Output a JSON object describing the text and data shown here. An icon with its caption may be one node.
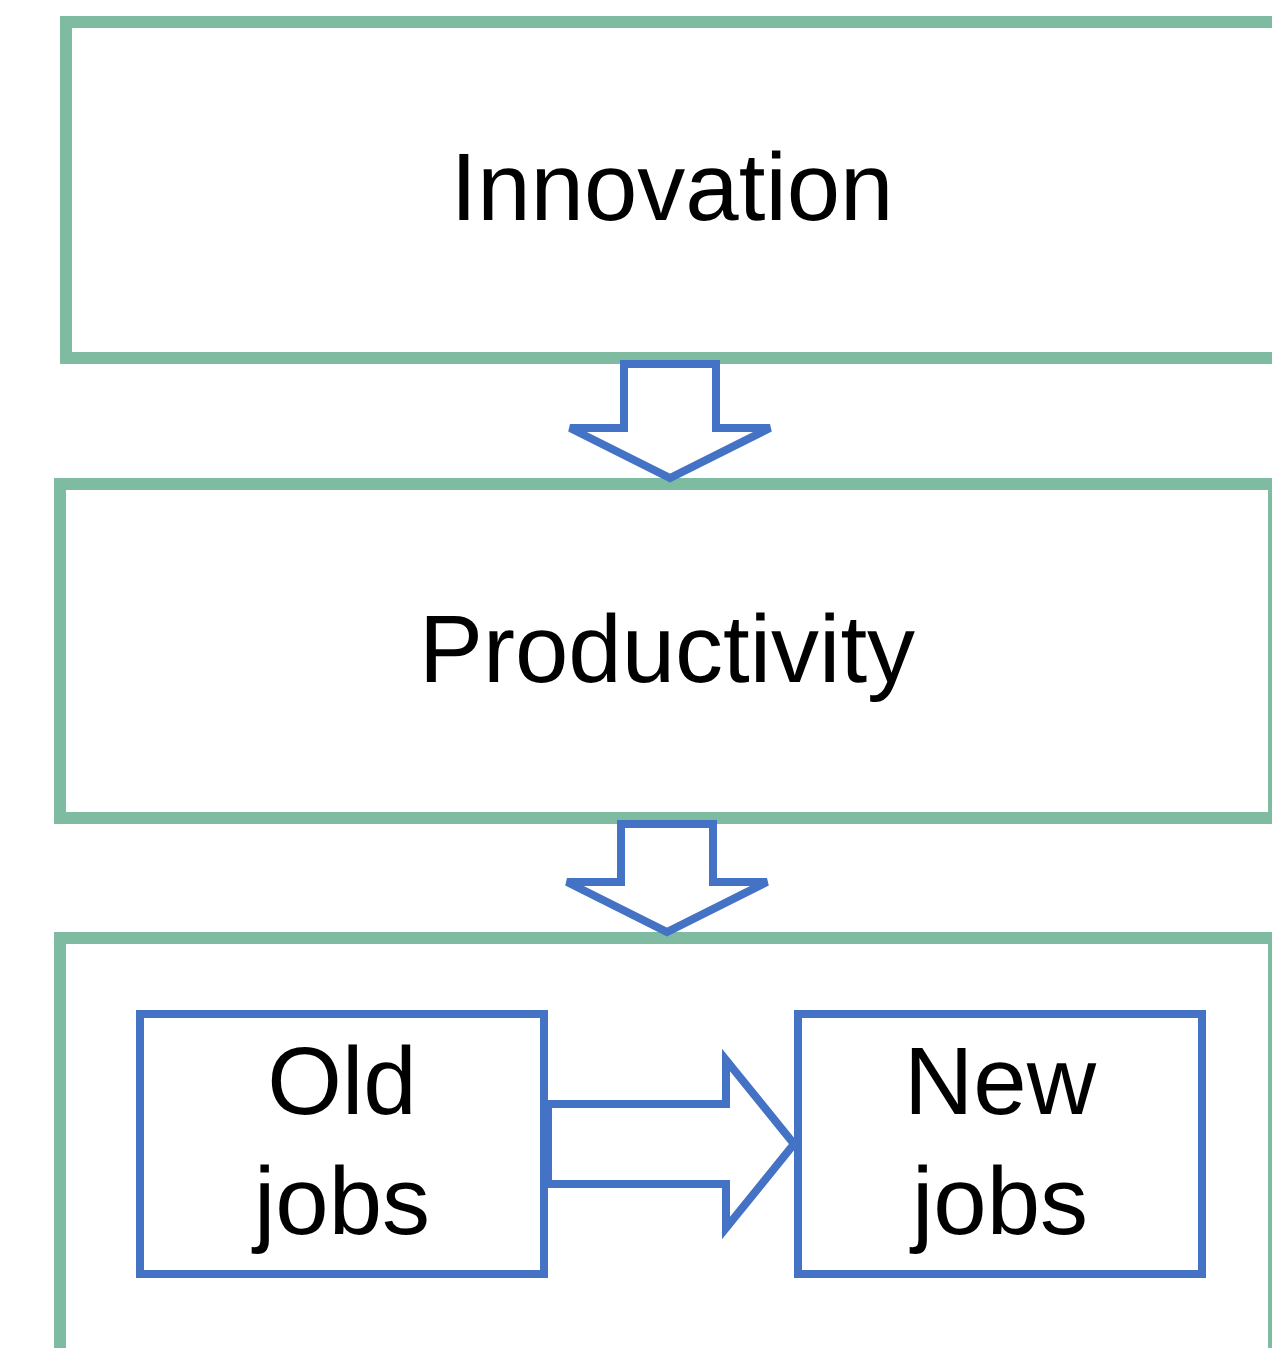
{
  "diagram": {
    "nodes": [
      {
        "text": [
          "Innovation"
        ]
      },
      {
        "text": [
          "Productivity"
        ]
      },
      {
        "text": [],
        "shape": "box"
      },
      {
        "text": [
          "Old jobs"
        ],
        "in": 2
      },
      {
        "text": [
          "New jobs"
        ],
        "in": 2
      }
    ],
    "edges": [
      {
        "from": 0,
        "to": 1,
        "arrow": "to"
      },
      {
        "from": 1,
        "to": 2,
        "arrow": "to"
      },
      {
        "from": 3,
        "to": 4,
        "arrow": "to"
      }
    ]
  }
}
